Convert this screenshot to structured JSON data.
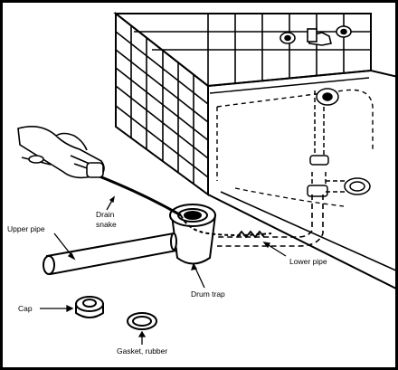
{
  "labels": {
    "drain_snake": [
      "Drain",
      "snake"
    ],
    "upper_pipe": "Upper pipe",
    "lower_pipe": "Lower pipe",
    "drum_trap": "Drum trap",
    "cap": "Cap",
    "gasket": "Gasket, rubber"
  },
  "colors": {
    "ink": "#000000",
    "paper": "#ffffff"
  }
}
